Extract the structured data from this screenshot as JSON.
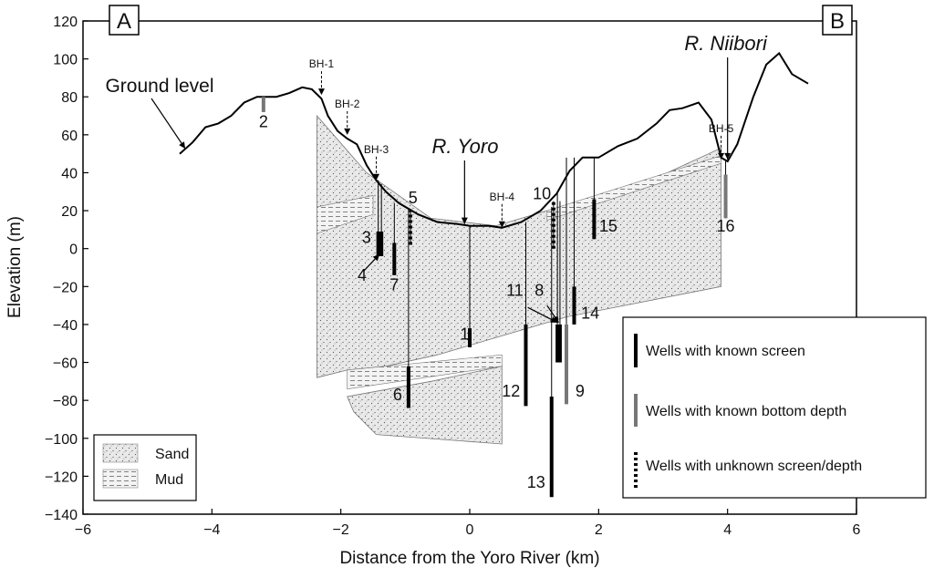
{
  "chart_data": {
    "type": "cross-section",
    "xlabel": "Distance from the Yoro River (km)",
    "ylabel": "Elevation (m)",
    "xlim": [
      -6,
      6
    ],
    "ylim": [
      -140,
      120
    ],
    "x_ticks": [
      -6,
      -4,
      -2,
      0,
      2,
      4,
      6
    ],
    "y_ticks": [
      120,
      100,
      80,
      60,
      40,
      20,
      0,
      -20,
      -40,
      -60,
      -80,
      -100,
      -120,
      -140
    ],
    "panel_labels": {
      "left": "A",
      "right": "B"
    },
    "annotations": {
      "ground_level": "Ground level",
      "river_yoro": "R. Yoro",
      "river_niibori": "R. Niibori"
    },
    "boreholes": [
      {
        "label": "BH-1",
        "x": -2.3,
        "y": 81
      },
      {
        "label": "BH-2",
        "x": -1.9,
        "y": 60
      },
      {
        "label": "BH-3",
        "x": -1.45,
        "y": 36
      },
      {
        "label": "BH-4",
        "x": 0.5,
        "y": 11
      },
      {
        "label": "BH-5",
        "x": 3.9,
        "y": 47
      }
    ],
    "ground_profile": [
      [
        -4.5,
        50
      ],
      [
        -4.3,
        56
      ],
      [
        -4.1,
        64
      ],
      [
        -3.9,
        66
      ],
      [
        -3.7,
        70
      ],
      [
        -3.5,
        77
      ],
      [
        -3.3,
        80
      ],
      [
        -3.0,
        80
      ],
      [
        -2.8,
        82
      ],
      [
        -2.6,
        85
      ],
      [
        -2.45,
        84
      ],
      [
        -2.3,
        79
      ],
      [
        -2.2,
        70
      ],
      [
        -2.05,
        62
      ],
      [
        -1.9,
        58
      ],
      [
        -1.75,
        55
      ],
      [
        -1.6,
        44
      ],
      [
        -1.45,
        36
      ],
      [
        -1.3,
        30
      ],
      [
        -1.1,
        24
      ],
      [
        -0.8,
        18
      ],
      [
        -0.5,
        14
      ],
      [
        -0.2,
        13
      ],
      [
        0.0,
        12
      ],
      [
        0.3,
        12
      ],
      [
        0.5,
        11
      ],
      [
        0.8,
        14
      ],
      [
        1.1,
        20
      ],
      [
        1.35,
        29
      ],
      [
        1.55,
        41
      ],
      [
        1.75,
        48
      ],
      [
        2.0,
        48
      ],
      [
        2.3,
        54
      ],
      [
        2.6,
        58
      ],
      [
        2.9,
        66
      ],
      [
        3.1,
        73
      ],
      [
        3.3,
        74
      ],
      [
        3.55,
        77
      ],
      [
        3.75,
        68
      ],
      [
        3.9,
        48
      ],
      [
        4.0,
        46
      ],
      [
        4.15,
        55
      ],
      [
        4.4,
        80
      ],
      [
        4.6,
        97
      ],
      [
        4.8,
        103
      ],
      [
        5.0,
        92
      ],
      [
        5.25,
        87
      ]
    ],
    "legend_units": [
      "Sand",
      "Mud"
    ],
    "legend_wells": [
      {
        "label": "Wells with known screen",
        "style": "black-solid",
        "color": "#000000"
      },
      {
        "label": "Wells with known bottom depth",
        "style": "gray-solid",
        "color": "#777777"
      },
      {
        "label": "Wells with unknown screen/depth",
        "style": "black-dotted",
        "color": "#000000"
      }
    ],
    "wells": [
      {
        "id": "1",
        "x": 0.0,
        "top": 12,
        "screen": [
          -42,
          -52
        ],
        "kind": "screen",
        "label_x": -0.08,
        "label_y": -48
      },
      {
        "id": "2",
        "x": -3.2,
        "top": 80,
        "screen": [
          72,
          80
        ],
        "kind": "bottom",
        "label_x": -3.2,
        "label_y": 64
      },
      {
        "id": "3",
        "x": -1.42,
        "top": 36,
        "screen": [
          -4,
          9
        ],
        "kind": "screen",
        "label_x": -1.6,
        "label_y": 3
      },
      {
        "id": "4",
        "x": -1.37,
        "top": 34,
        "screen": [
          -4,
          9
        ],
        "kind": "screen",
        "label_x": -1.67,
        "label_y": -17
      },
      {
        "id": "5",
        "x": -0.92,
        "top": 21,
        "screen": [
          2,
          20
        ],
        "kind": "unknown",
        "label_x": -0.88,
        "label_y": 24
      },
      {
        "id": "6",
        "x": -0.95,
        "top": 21,
        "screen": [
          -62,
          -84
        ],
        "kind": "screen",
        "label_x": -1.12,
        "label_y": -80
      },
      {
        "id": "7",
        "x": -1.17,
        "top": 24,
        "screen": [
          -14,
          3
        ],
        "kind": "screen",
        "label_x": -1.17,
        "label_y": -22
      },
      {
        "id": "8",
        "x": 1.4,
        "top": 25,
        "screen": [
          -40,
          -60
        ],
        "kind": "screen",
        "label_x": 1.08,
        "label_y": -25
      },
      {
        "id": "9",
        "x": 1.5,
        "top": 48,
        "screen": [
          -40,
          -82
        ],
        "kind": "bottom",
        "label_x": 1.71,
        "label_y": -78
      },
      {
        "id": "10",
        "x": 1.3,
        "top": 25,
        "screen": [
          0,
          25
        ],
        "kind": "unknown",
        "label_x": 1.12,
        "label_y": 26
      },
      {
        "id": "11",
        "x": 1.36,
        "top": 30,
        "screen": [
          -40,
          -60
        ],
        "kind": "screen",
        "label_x": 0.7,
        "label_y": -25
      },
      {
        "id": "12",
        "x": 0.87,
        "top": 14,
        "screen": [
          -40,
          -83
        ],
        "kind": "screen",
        "label_x": 0.64,
        "label_y": -78
      },
      {
        "id": "13",
        "x": 1.27,
        "top": 22,
        "screen": [
          -78,
          -131
        ],
        "kind": "screen",
        "label_x": 1.03,
        "label_y": -126
      },
      {
        "id": "14",
        "x": 1.62,
        "top": 48,
        "screen": [
          -20,
          -40
        ],
        "kind": "screen",
        "label_x": 1.87,
        "label_y": -37
      },
      {
        "id": "15",
        "x": 1.93,
        "top": 48,
        "screen": [
          5,
          26
        ],
        "kind": "screen",
        "label_x": 2.15,
        "label_y": 9
      },
      {
        "id": "16",
        "x": 3.97,
        "top": 46,
        "screen": [
          16,
          39
        ],
        "kind": "bottom",
        "label_x": 3.97,
        "label_y": 9
      }
    ],
    "geology": {
      "sand_main": [
        [
          -2.37,
          70
        ],
        [
          -1.6,
          40
        ],
        [
          -0.6,
          16
        ],
        [
          0.4,
          12
        ],
        [
          1.0,
          18
        ],
        [
          1.6,
          24
        ],
        [
          2.3,
          28
        ],
        [
          3.9,
          53
        ],
        [
          3.9,
          -20
        ],
        [
          1.5,
          -36
        ],
        [
          0.6,
          -45
        ],
        [
          -0.5,
          -56
        ],
        [
          -1.3,
          -62
        ],
        [
          -1.9,
          -64
        ],
        [
          -2.37,
          -68
        ]
      ],
      "sand_lower": [
        [
          -1.9,
          -78
        ],
        [
          -0.6,
          -70
        ],
        [
          0.5,
          -62
        ],
        [
          0.5,
          -103
        ],
        [
          -1.45,
          -98
        ],
        [
          -1.8,
          -86
        ]
      ],
      "mud_bands": [
        [
          [
            -2.37,
            22
          ],
          [
            -1.5,
            28
          ],
          [
            -1.5,
            18
          ],
          [
            -2.37,
            8
          ]
        ],
        [
          [
            -1.9,
            -64
          ],
          [
            0.5,
            -56
          ],
          [
            0.5,
            -62
          ],
          [
            -1.9,
            -74
          ]
        ],
        [
          [
            1.2,
            20
          ],
          [
            3.9,
            49
          ],
          [
            3.9,
            45
          ],
          [
            1.2,
            15
          ]
        ]
      ]
    }
  }
}
